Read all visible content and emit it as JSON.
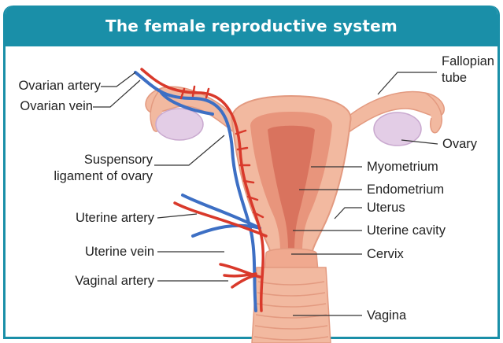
{
  "title": "The female reproductive system",
  "labels": {
    "ovarian_artery": "Ovarian artery",
    "ovarian_vein": "Ovarian vein",
    "suspensory_1": "Suspensory",
    "suspensory_2": "ligament of ovary",
    "uterine_artery": "Uterine artery",
    "uterine_vein": "Uterine vein",
    "vaginal_artery": "Vaginal artery",
    "fallopian_1": "Fallopian",
    "fallopian_2": "tube",
    "ovary": "Ovary",
    "myometrium": "Myometrium",
    "endometrium": "Endometrium",
    "uterus": "Uterus",
    "uterine_cavity": "Uterine cavity",
    "cervix": "Cervix",
    "vagina": "Vagina"
  },
  "colors": {
    "header": "#1a8fa8",
    "tissue": "#f2b9a0",
    "tissue_dark": "#e39a80",
    "cavity": "#d9735e",
    "ovary": "#e3cde6",
    "artery": "#d9392b",
    "vein": "#3d6fc4"
  }
}
